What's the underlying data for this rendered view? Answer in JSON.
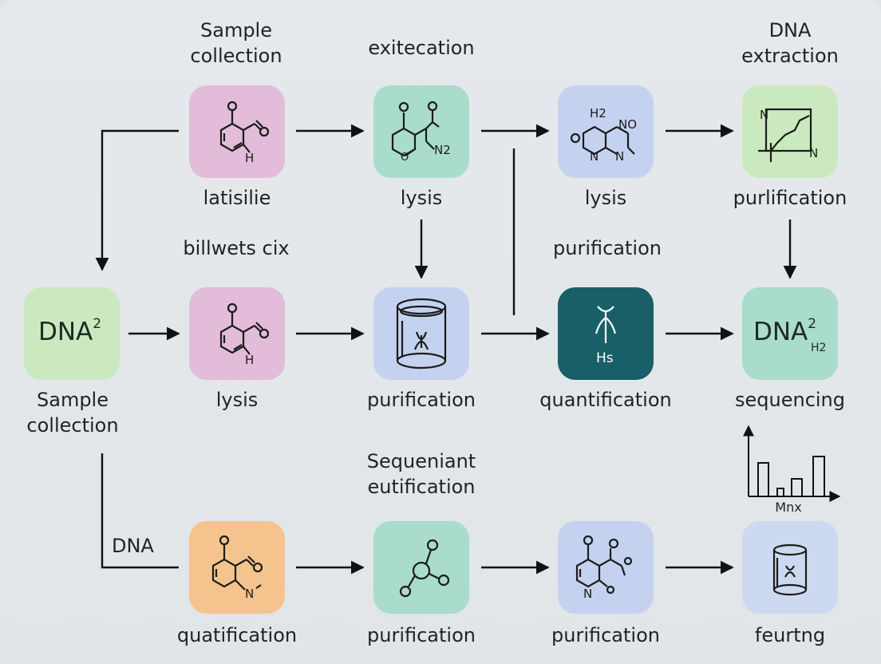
{
  "colors": {
    "pink": "#e2bcd9",
    "teal": "#a9dccb",
    "blue": "#c5d2ef",
    "green": "#cbe9bf",
    "dark_teal": "#185f68",
    "orange": "#f5c48e",
    "light_blue": "#ccd9f0",
    "arrow": "#111111"
  },
  "top_headers": {
    "col1": "Sample\ncollection",
    "col2": "exitecation",
    "col4": "DNA\nextraction"
  },
  "row1": {
    "label1": "latisilie",
    "label2": "lysis",
    "label3": "lysis",
    "label4": "purlification",
    "icon3_text_h2": "H2",
    "icon3_text_no": "NO",
    "icon3_text_n1": "N",
    "icon3_text_n2": "N",
    "icon2_text": "N2",
    "icon4_text_n1": "N",
    "icon4_text_n2": "N"
  },
  "mid_headers": {
    "left": "billwets cix",
    "right": "purification"
  },
  "row2": {
    "dna_left": "DNA",
    "dna_left_sup": "2",
    "label0_line1": "Sample",
    "label0_line2": "collection",
    "label1": "lysis",
    "label2": "purification",
    "label3": "quantification",
    "quant_text": "Hs",
    "dna_right": "DNA",
    "dna_right_sup": "2",
    "dna_right_sub": "H2",
    "label4": "sequencing"
  },
  "bottom_header": {
    "line1": "Sequeniant",
    "line2": "eutification"
  },
  "row3": {
    "side_label": "DNA",
    "label1": "quatification",
    "label2": "purification",
    "label3": "purification",
    "label4": "feurtng",
    "icon1_text": "N",
    "icon3_text": "N"
  },
  "chart_caption": "Mnx",
  "h_text": "H"
}
